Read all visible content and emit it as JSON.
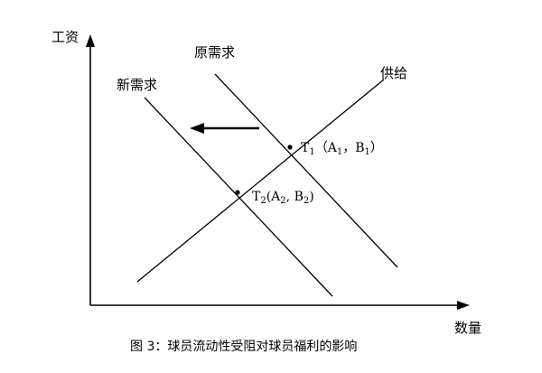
{
  "axes": {
    "y_label": "工资",
    "x_label": "数量"
  },
  "curves": {
    "old_demand": "原需求",
    "new_demand": "新需求",
    "supply": "供给"
  },
  "points": {
    "t1": {
      "main": "T",
      "sub": "1",
      "open": "（A",
      "a_sub": "1",
      "mid": "，B",
      "b_sub": "1",
      "close": "）"
    },
    "t2": {
      "main": "T",
      "sub": "2",
      "open": "(A",
      "a_sub": "2",
      "mid": ", B",
      "b_sub": "2",
      "close": ")"
    }
  },
  "caption": "图 3：球员流动性受阻对球员福利的影响"
}
